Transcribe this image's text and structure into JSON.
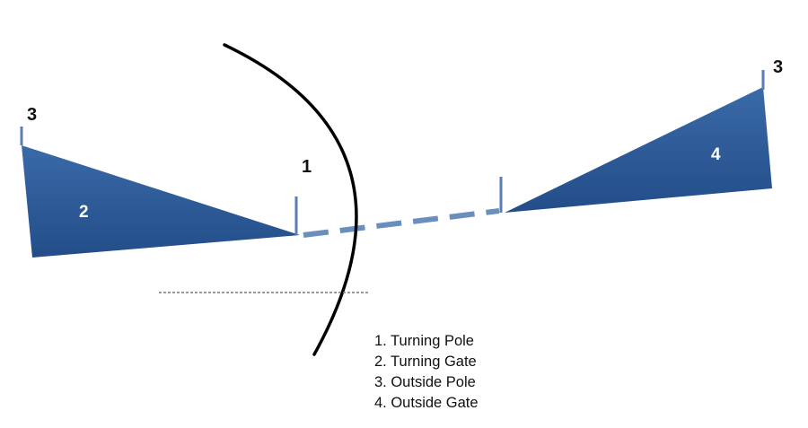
{
  "diagram": {
    "labels": {
      "turning_pole": "1",
      "turning_gate": "2",
      "outside_pole_left": "3",
      "outside_pole_right": "3",
      "outside_gate": "4"
    },
    "legend": [
      "1. Turning Pole",
      "2. Turning Gate",
      "3. Outside Pole",
      "4. Outside Gate"
    ],
    "colors": {
      "gate_fill": "#2c5a96",
      "gate_fill_dark": "#1f4a85",
      "pole": "#5a7fb0",
      "gap_line": "#6a8fbf",
      "curve": "#000000",
      "dotted_line": "#777777"
    }
  }
}
